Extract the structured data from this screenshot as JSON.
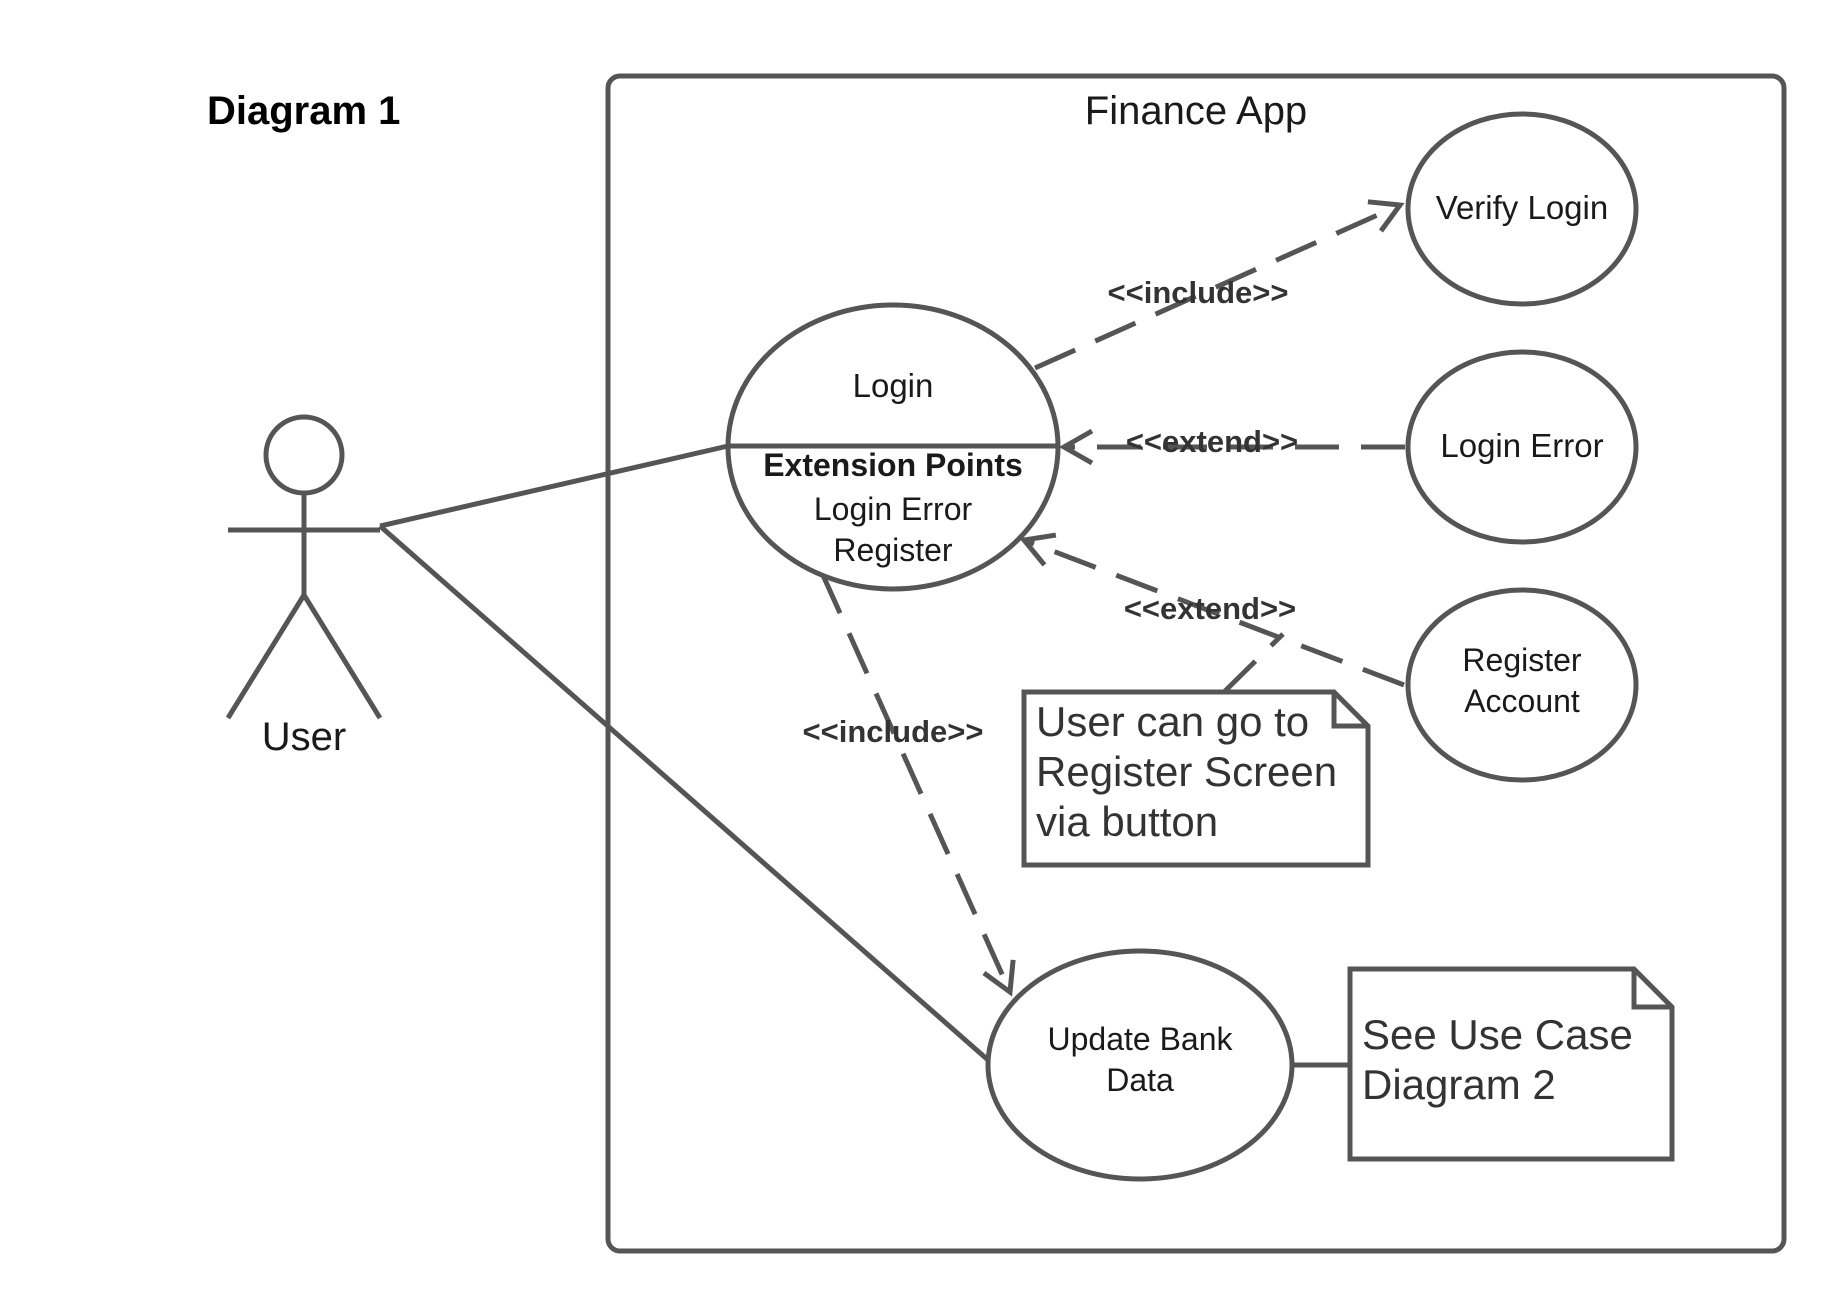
{
  "diagram_title": "Diagram 1",
  "system_boundary": {
    "label": "Finance App"
  },
  "actor": {
    "label": "User"
  },
  "use_cases": {
    "login": {
      "label": "Login",
      "extension_points_heading": "Extension Points",
      "extension_points": [
        "Login Error",
        "Register"
      ]
    },
    "verify_login": {
      "label": "Verify Login"
    },
    "login_error": {
      "label": "Login Error"
    },
    "register_account": {
      "lines": [
        "Register",
        "Account"
      ]
    },
    "update_bank_data": {
      "lines": [
        "Update Bank",
        "Data"
      ]
    }
  },
  "relationships": {
    "include_verify": "<<include>>",
    "extend_login_error": "<<extend>>",
    "extend_register": "<<extend>>",
    "include_update": "<<include>>"
  },
  "notes": {
    "register_note": {
      "lines": [
        "User can go to",
        "Register Screen",
        "via button"
      ]
    },
    "diagram2_note": {
      "lines": [
        "See Use Case",
        "Diagram 2"
      ]
    }
  },
  "colors": {
    "stroke": "#555555",
    "text": "#1a1a1a",
    "background": "#ffffff"
  }
}
